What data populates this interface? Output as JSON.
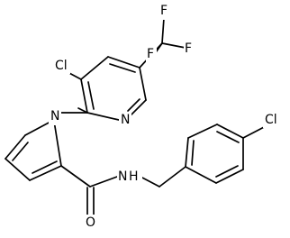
{
  "structure": {
    "atom_labels": {
      "cl_pyridine": "Cl",
      "n_pyridine": "N",
      "f_top": "F",
      "f_left": "F",
      "f_right": "F",
      "n_pyrrole": "N",
      "n_amide": "N",
      "h_amide": "H",
      "o_carbonyl": "O",
      "cl_benzyl": "Cl"
    },
    "colors": {
      "ink": "#000000",
      "background": "#ffffff"
    }
  }
}
